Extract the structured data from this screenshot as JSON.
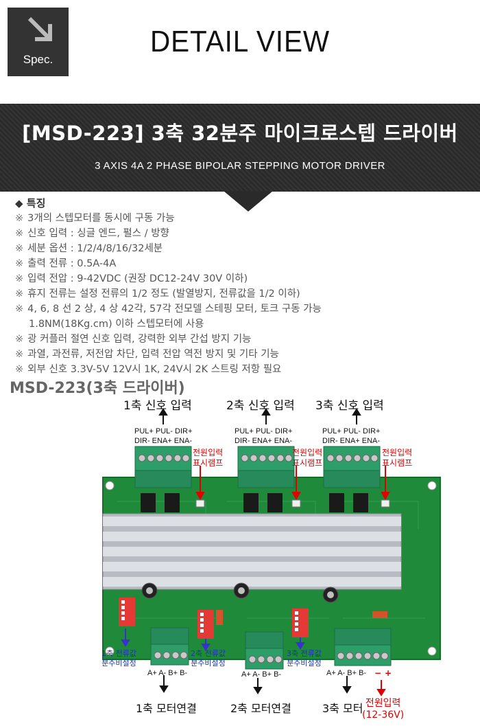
{
  "header": {
    "spec_label": "Spec.",
    "title": "DETAIL VIEW"
  },
  "banner": {
    "title": "[MSD-223] 3축 32분주 마이크로스텝 드라이버",
    "subtitle": "3 AXIS 4A 2 PHASE BIPOLAR STEPPING MOTOR DRIVER"
  },
  "features": {
    "heading_marker": "◆",
    "heading": "특징",
    "item_marker": "※",
    "items": [
      "3개의 스텝모터를 동시에 구동 가능",
      "신호 입력 : 싱글 엔드, 펄스 / 방향",
      "세분 옵션 : 1/2/4/8/16/32세분",
      "출력 전류 : 0.5A-4A",
      "입력 전압 : 9-42VDC (권장 DC12-24V 30V 이하)",
      "휴지 전류는 설정 전류의 1/2 정도 (발열방지, 전류값을 1/2 이하)",
      "4, 6, 8 선 2 상, 4 상 42각, 57각 전모델 스테핑 모터, 토크 구동 가능"
    ],
    "item7_cont": "1.8NM(18Kg.cm) 이하 스텝모터에 사용",
    "items_after": [
      "광 커플러 절연 신호 입력, 강력한 외부 간섭 방지 기능",
      "과열, 과전류, 저전압 차단, 입력 전압 역전 방지 및 기타 기능",
      "외부 신호 3.3V-5V 12V시 1K, 24V시 2K 스트링 저항 필요"
    ]
  },
  "section_title": "MSD-223(3축 드라이버)",
  "diagram": {
    "signal_inputs": [
      "1축 신호 입력",
      "2축 신호 입력",
      "3축 신호 입력"
    ],
    "pins_row1": "PUL+  PUL-  DIR+",
    "pins_row2": "DIR-  ENA+  ENA-",
    "power_lamp_line1": "전원입력",
    "power_lamp_line2": "표시램프",
    "current_settings": [
      {
        "line1": "1축 전류값",
        "line2": "분주비설정"
      },
      {
        "line1": "2축 전류값",
        "line2": "분주비설정"
      },
      {
        "line1": "3축 전류값",
        "line2": "분주비설정"
      }
    ],
    "motor_pins": "A+  A-  B+  B-",
    "motor_connections": [
      "1축 모터연결",
      "2축 모터연결",
      "3축 모터"
    ],
    "power_minus": "−",
    "power_plus": "+",
    "power_input_line1": "전원입력",
    "power_input_line2": "(12-36V)",
    "colors": {
      "pcb": "#1f8a3a",
      "terminal": "#2e9e68",
      "heatsink": "#c9ccd1",
      "red_label": "#e00000",
      "blue_label": "#1a33b0"
    }
  }
}
